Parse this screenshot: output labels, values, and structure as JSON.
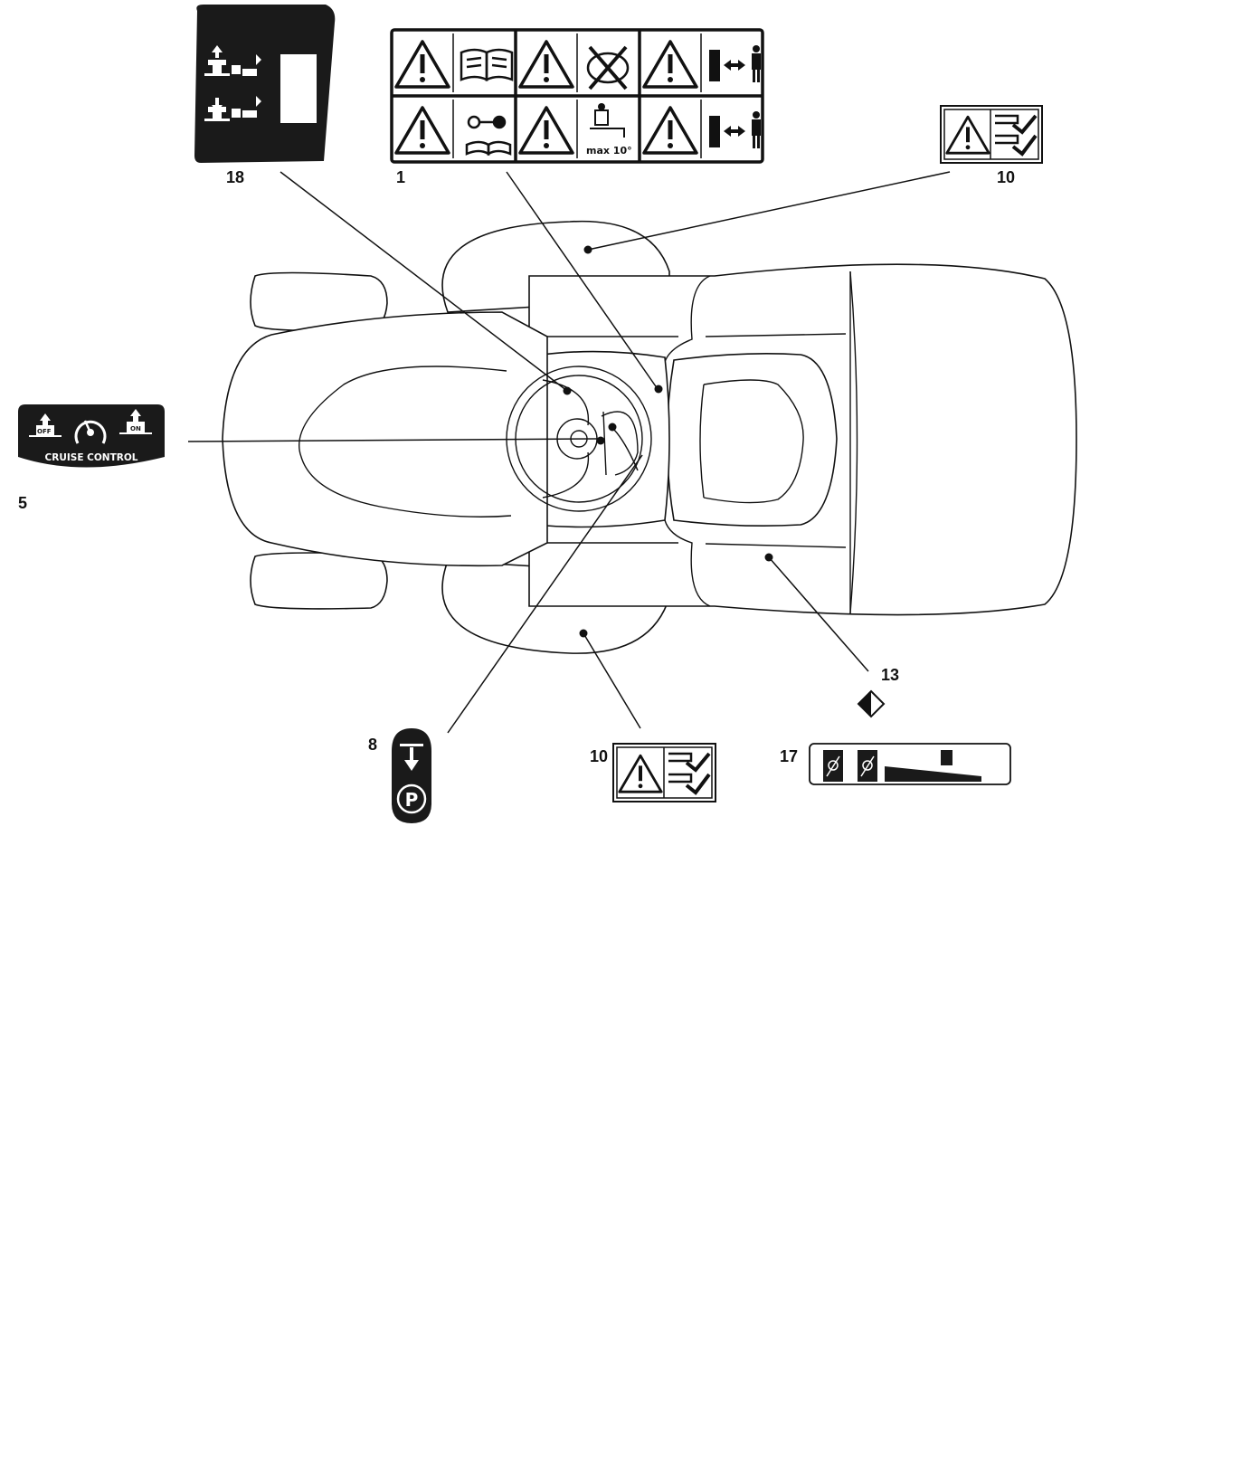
{
  "title": "",
  "callouts": {
    "c1": "1",
    "c5": "5",
    "c8": "8",
    "c10_top": "10",
    "c10_bottom": "10",
    "c13": "13",
    "c17": "17",
    "c18": "18"
  },
  "decals": {
    "cruise_control": {
      "off": "OFF",
      "on": "ON",
      "caption": "CRUISE CONTROL"
    },
    "parking_brake": {
      "symbol": "P"
    },
    "slope_warning": {
      "max_slope": "max 10°"
    }
  },
  "colors": {
    "ink": "#111111",
    "decal_fill": "#1a1a1a",
    "paper": "#ffffff"
  },
  "icons": [
    "warning-triangle-icon",
    "manual-book-icon",
    "key-icon",
    "person-icon",
    "keep-distance-arrow-icon",
    "checkmark-icon",
    "speedometer-icon",
    "parking-icon",
    "arrow-down-icon",
    "diamond-icon",
    "speed-ramp-icon"
  ]
}
